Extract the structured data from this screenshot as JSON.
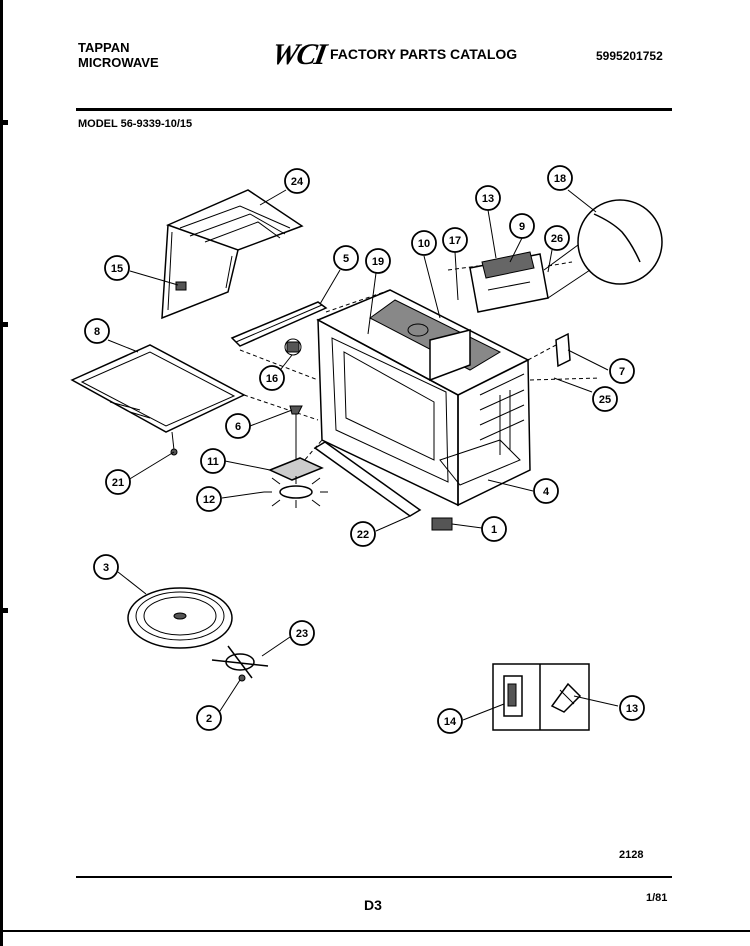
{
  "header": {
    "brand_line1": "TAPPAN",
    "brand_line2": "MICROWAVE",
    "logo": "WCI",
    "catalog_title": "FACTORY PARTS CATALOG",
    "part_number": "5995201752",
    "model": "MODEL 56-9339-10/15"
  },
  "footer": {
    "code": "2128",
    "page": "D3",
    "date": "1/81"
  },
  "callouts": [
    {
      "label": "24"
    },
    {
      "label": "15"
    },
    {
      "label": "5"
    },
    {
      "label": "19"
    },
    {
      "label": "10"
    },
    {
      "label": "17"
    },
    {
      "label": "13"
    },
    {
      "label": "9"
    },
    {
      "label": "26"
    },
    {
      "label": "18"
    },
    {
      "label": "8"
    },
    {
      "label": "16"
    },
    {
      "label": "7"
    },
    {
      "label": "25"
    },
    {
      "label": "6"
    },
    {
      "label": "11"
    },
    {
      "label": "4"
    },
    {
      "label": "21"
    },
    {
      "label": "12"
    },
    {
      "label": "22"
    },
    {
      "label": "1"
    },
    {
      "label": "3"
    },
    {
      "label": "23"
    },
    {
      "label": "2"
    },
    {
      "label": "14"
    },
    {
      "label": "13"
    }
  ]
}
